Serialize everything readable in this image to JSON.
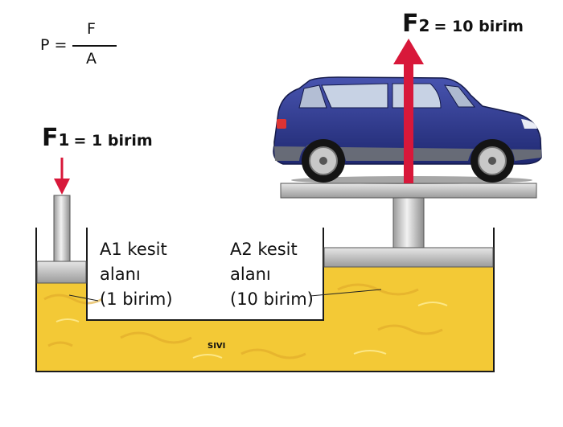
{
  "formula": {
    "lhs": "P =",
    "numerator": "F",
    "denominator": "A"
  },
  "force1": {
    "symbol": "F",
    "index": "1",
    "value": "= 1 birim"
  },
  "force2": {
    "symbol": "F",
    "index": "2",
    "value": "= 10 birim"
  },
  "area1": {
    "line1": "A1 kesit",
    "line2": "alanı",
    "line3": "(1 birim)"
  },
  "area2": {
    "line1": "A2 kesit",
    "line2": "alanı",
    "line3": "(10 birim)"
  },
  "liquid_label": "SIVI",
  "colors": {
    "liquid": "#f3c936",
    "arrow": "#d8183a",
    "car_body": "#2e3a8c",
    "steel": "#c9c9c9"
  }
}
